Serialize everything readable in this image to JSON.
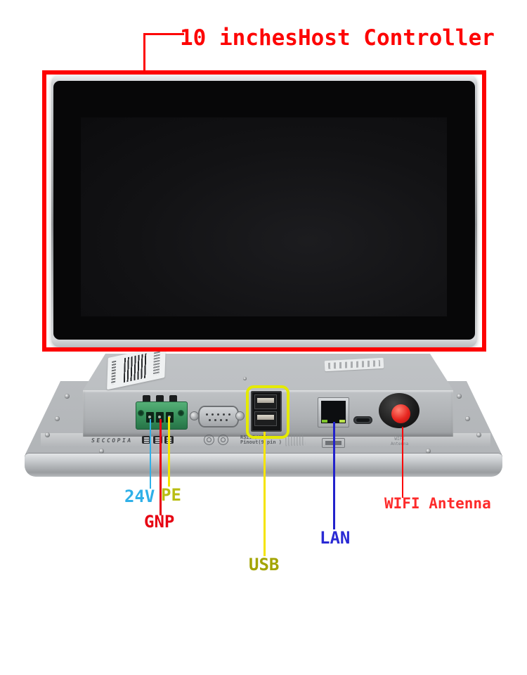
{
  "title": {
    "text": "10 inchesHost Controller",
    "color": "#fd0505"
  },
  "device": {
    "type": "industrial panel pc rear view",
    "brand_print": "SECCOPIA",
    "serial_print_line1": "RS232/485",
    "serial_print_line2": "Pinout(9 pin )",
    "antenna_print_line1": "WIFI",
    "antenna_print_line2": "Antenna",
    "ports": [
      "24V power terminal",
      "DB9 serial",
      "dual USB-A",
      "RJ45 LAN",
      "USB-C",
      "WIFI antenna mount"
    ]
  },
  "annotations": {
    "highlight_box_color": "#e4ea00",
    "labels": [
      {
        "id": "v24",
        "text": "24V",
        "color": "#2fb0e8"
      },
      {
        "id": "pe",
        "text": "PE",
        "color": "#b9bd12"
      },
      {
        "id": "gnp",
        "text": "GNP",
        "color": "#e60012"
      },
      {
        "id": "usb",
        "text": "USB",
        "color": "#a3a400"
      },
      {
        "id": "lan",
        "text": "LAN",
        "color": "#2a2ad4"
      },
      {
        "id": "wifi",
        "text": "WIFI Antenna",
        "color": "#fd2a2a"
      }
    ]
  }
}
